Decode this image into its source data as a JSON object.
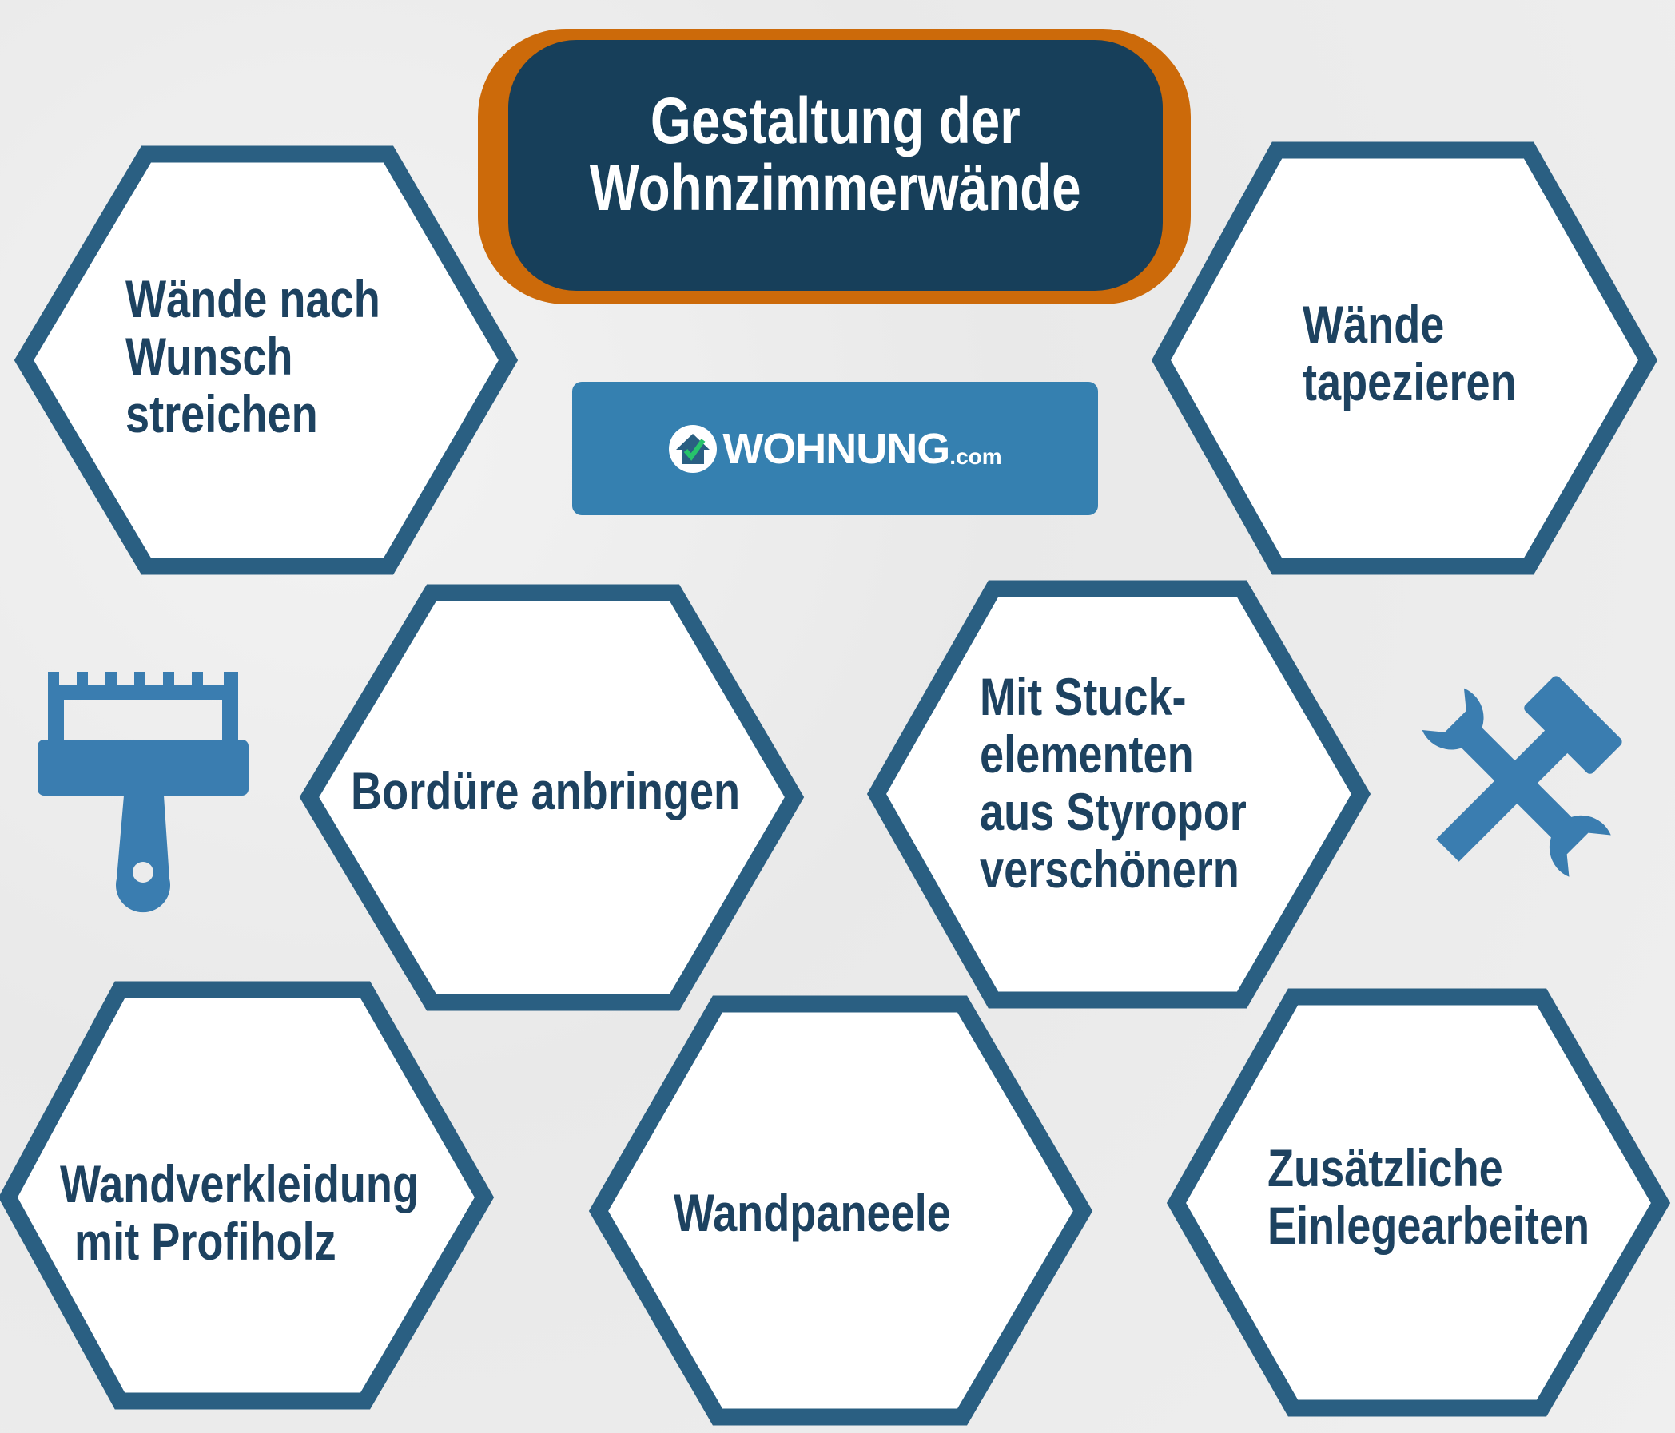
{
  "title": {
    "line1": "Gestaltung der",
    "line2": "Wohnzimmerwände"
  },
  "logo": {
    "brand": "WOHNUNG",
    "suffix": ".com"
  },
  "hexagons": [
    {
      "lines": [
        "Wände nach",
        "Wunsch",
        "streichen"
      ]
    },
    {
      "lines": [
        "Wände",
        "tapezieren"
      ]
    },
    {
      "lines": [
        "Bordüre anbringen"
      ]
    },
    {
      "lines": [
        "Mit Stuck-",
        "elementen",
        "aus Styropor",
        "verschönern"
      ]
    },
    {
      "lines": [
        "Wandverkleidung",
        "mit Profiholz"
      ]
    },
    {
      "lines": [
        "Wandpaneele"
      ]
    },
    {
      "lines": [
        "Zusätzliche",
        "Einlegearbeiten"
      ]
    }
  ],
  "icons": [
    "paint-brush-icon",
    "tools-icon"
  ],
  "colors": {
    "hex_border": "#2a5f82",
    "text": "#1d4260",
    "title_bg": "#173f5a",
    "title_border": "#cc6a0a",
    "logo_bg": "#3580b0",
    "icon": "#3a7db0"
  }
}
